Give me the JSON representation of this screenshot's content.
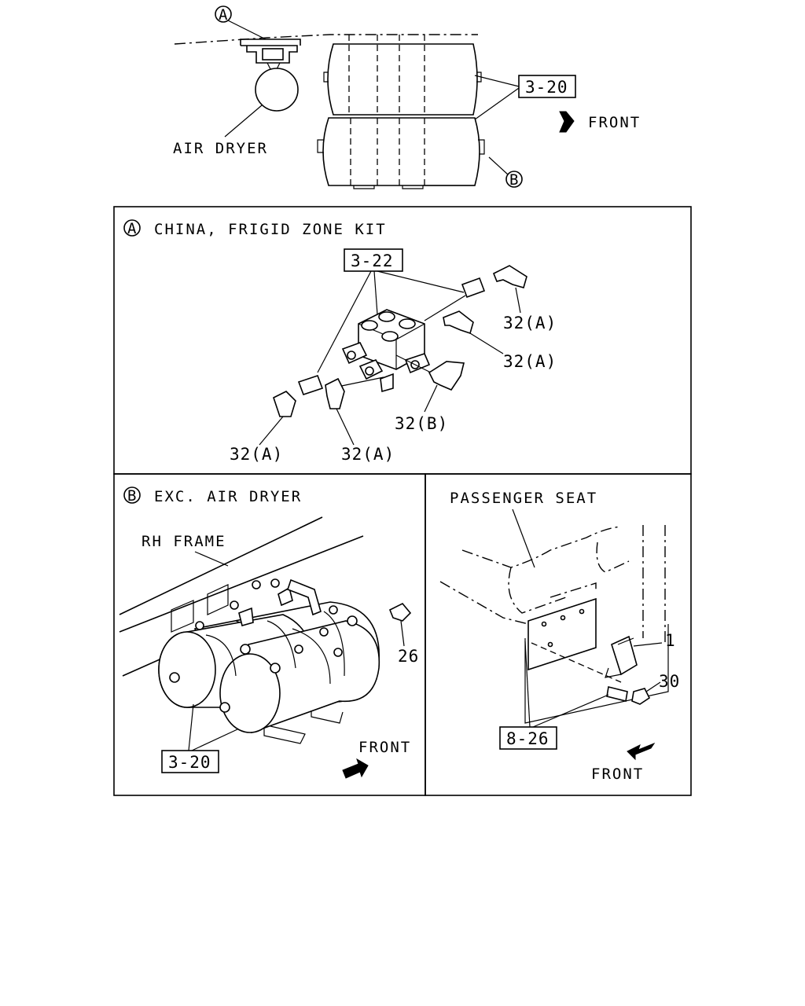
{
  "top_view": {
    "callout_a": "A",
    "callout_b": "B",
    "ref_tanks": "3-20",
    "air_dryer_label": "AIR DRYER",
    "front_label": "FRONT"
  },
  "panel_a": {
    "marker": "A",
    "title": "CHINA, FRIGID ZONE KIT",
    "ref": "3-22",
    "parts": [
      "32(A)",
      "32(A)",
      "32(B)",
      "32(A)",
      "32(A)"
    ]
  },
  "panel_b": {
    "marker": "B",
    "title": "EXC. AIR DRYER",
    "frame_label": "RH FRAME",
    "part_26": "26",
    "ref": "3-20",
    "front_label": "FRONT"
  },
  "panel_c": {
    "seat_label": "PASSENGER SEAT",
    "part_1": "1",
    "part_30": "30",
    "ref": "8-26",
    "front_label": "FRONT"
  }
}
